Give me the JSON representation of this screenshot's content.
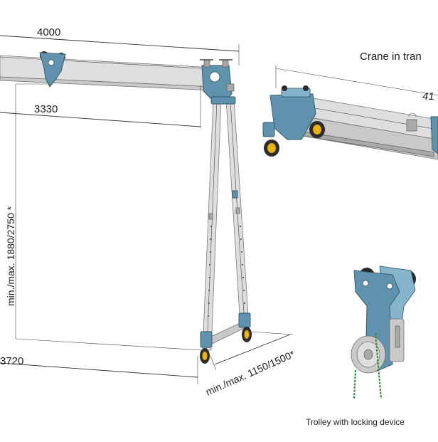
{
  "labels": {
    "beam_length": "4000",
    "span": "3330",
    "height": "min./max. 1880/2750 *",
    "width": "min./max. 1150/1500*",
    "overall_length": "3720",
    "transport_caption": "Crane in tran",
    "transport_dim": "41",
    "trolley_caption": "Trolley with locking device"
  },
  "colors": {
    "frame_blue": "#5f93ad",
    "steel": "#c9c9c9",
    "wheel_hub": "#e8b21c",
    "chain": "#2f8f3a"
  }
}
